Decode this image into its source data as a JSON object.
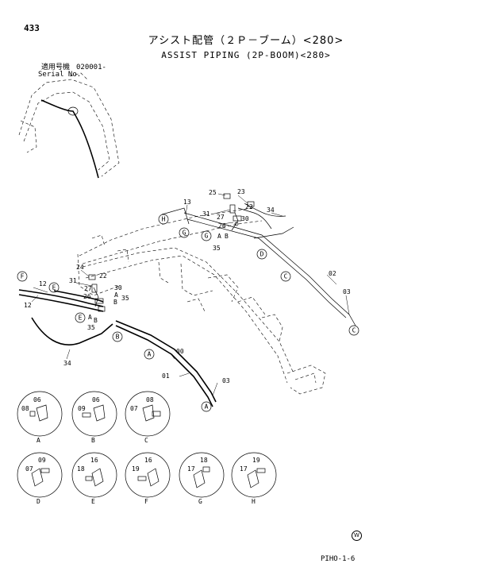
{
  "page_number": "433",
  "title_jp": "アシスト配管（２Ｐ－ブーム）<280>",
  "title_en": "ASSIST PIPING (2P-BOOM)<280>",
  "serial": {
    "label_jp": "適用号機",
    "code": "020001-",
    "label_en": "Serial No."
  },
  "doc_code": "PIHO-1-6",
  "corner_mark": "W",
  "part_labels": {
    "p01": "01",
    "p00": "00",
    "p02": "02",
    "p03a": "03",
    "p03b": "03",
    "p12a": "12",
    "p12b": "12",
    "p13": "13",
    "p22a": "22",
    "p22b": "22",
    "p23": "23",
    "p24": "24",
    "p25": "25",
    "p26a": "26",
    "p26b": "26",
    "p27a": "27",
    "p27b": "27",
    "p30a": "30",
    "p30b": "30",
    "p31a": "31",
    "p31b": "31",
    "p34a": "34",
    "p34b": "34",
    "p35a": "35",
    "p35b": "35",
    "p35c": "35"
  },
  "callouts": {
    "A1": "A",
    "A2": "A",
    "B1": "B",
    "C1": "C",
    "C2": "C",
    "D1": "D",
    "E1": "E",
    "E2": "E",
    "F1": "F",
    "G1": "G",
    "G2": "G",
    "H1": "H"
  },
  "ab_labels": {
    "a1": "A",
    "b1": "B",
    "a2": "A",
    "b2": "B",
    "a3": "A",
    "b3": "B"
  },
  "details": [
    {
      "caption": "A",
      "parts": [
        "06",
        "08"
      ]
    },
    {
      "caption": "B",
      "parts": [
        "06",
        "09"
      ]
    },
    {
      "caption": "C",
      "parts": [
        "08",
        "07"
      ]
    },
    {
      "caption": "D",
      "parts": [
        "09",
        "07"
      ]
    },
    {
      "caption": "E",
      "parts": [
        "16",
        "18"
      ]
    },
    {
      "caption": "F",
      "parts": [
        "16",
        "19"
      ]
    },
    {
      "caption": "G",
      "parts": [
        "18",
        "17"
      ]
    },
    {
      "caption": "H",
      "parts": [
        "19",
        "17"
      ]
    }
  ]
}
